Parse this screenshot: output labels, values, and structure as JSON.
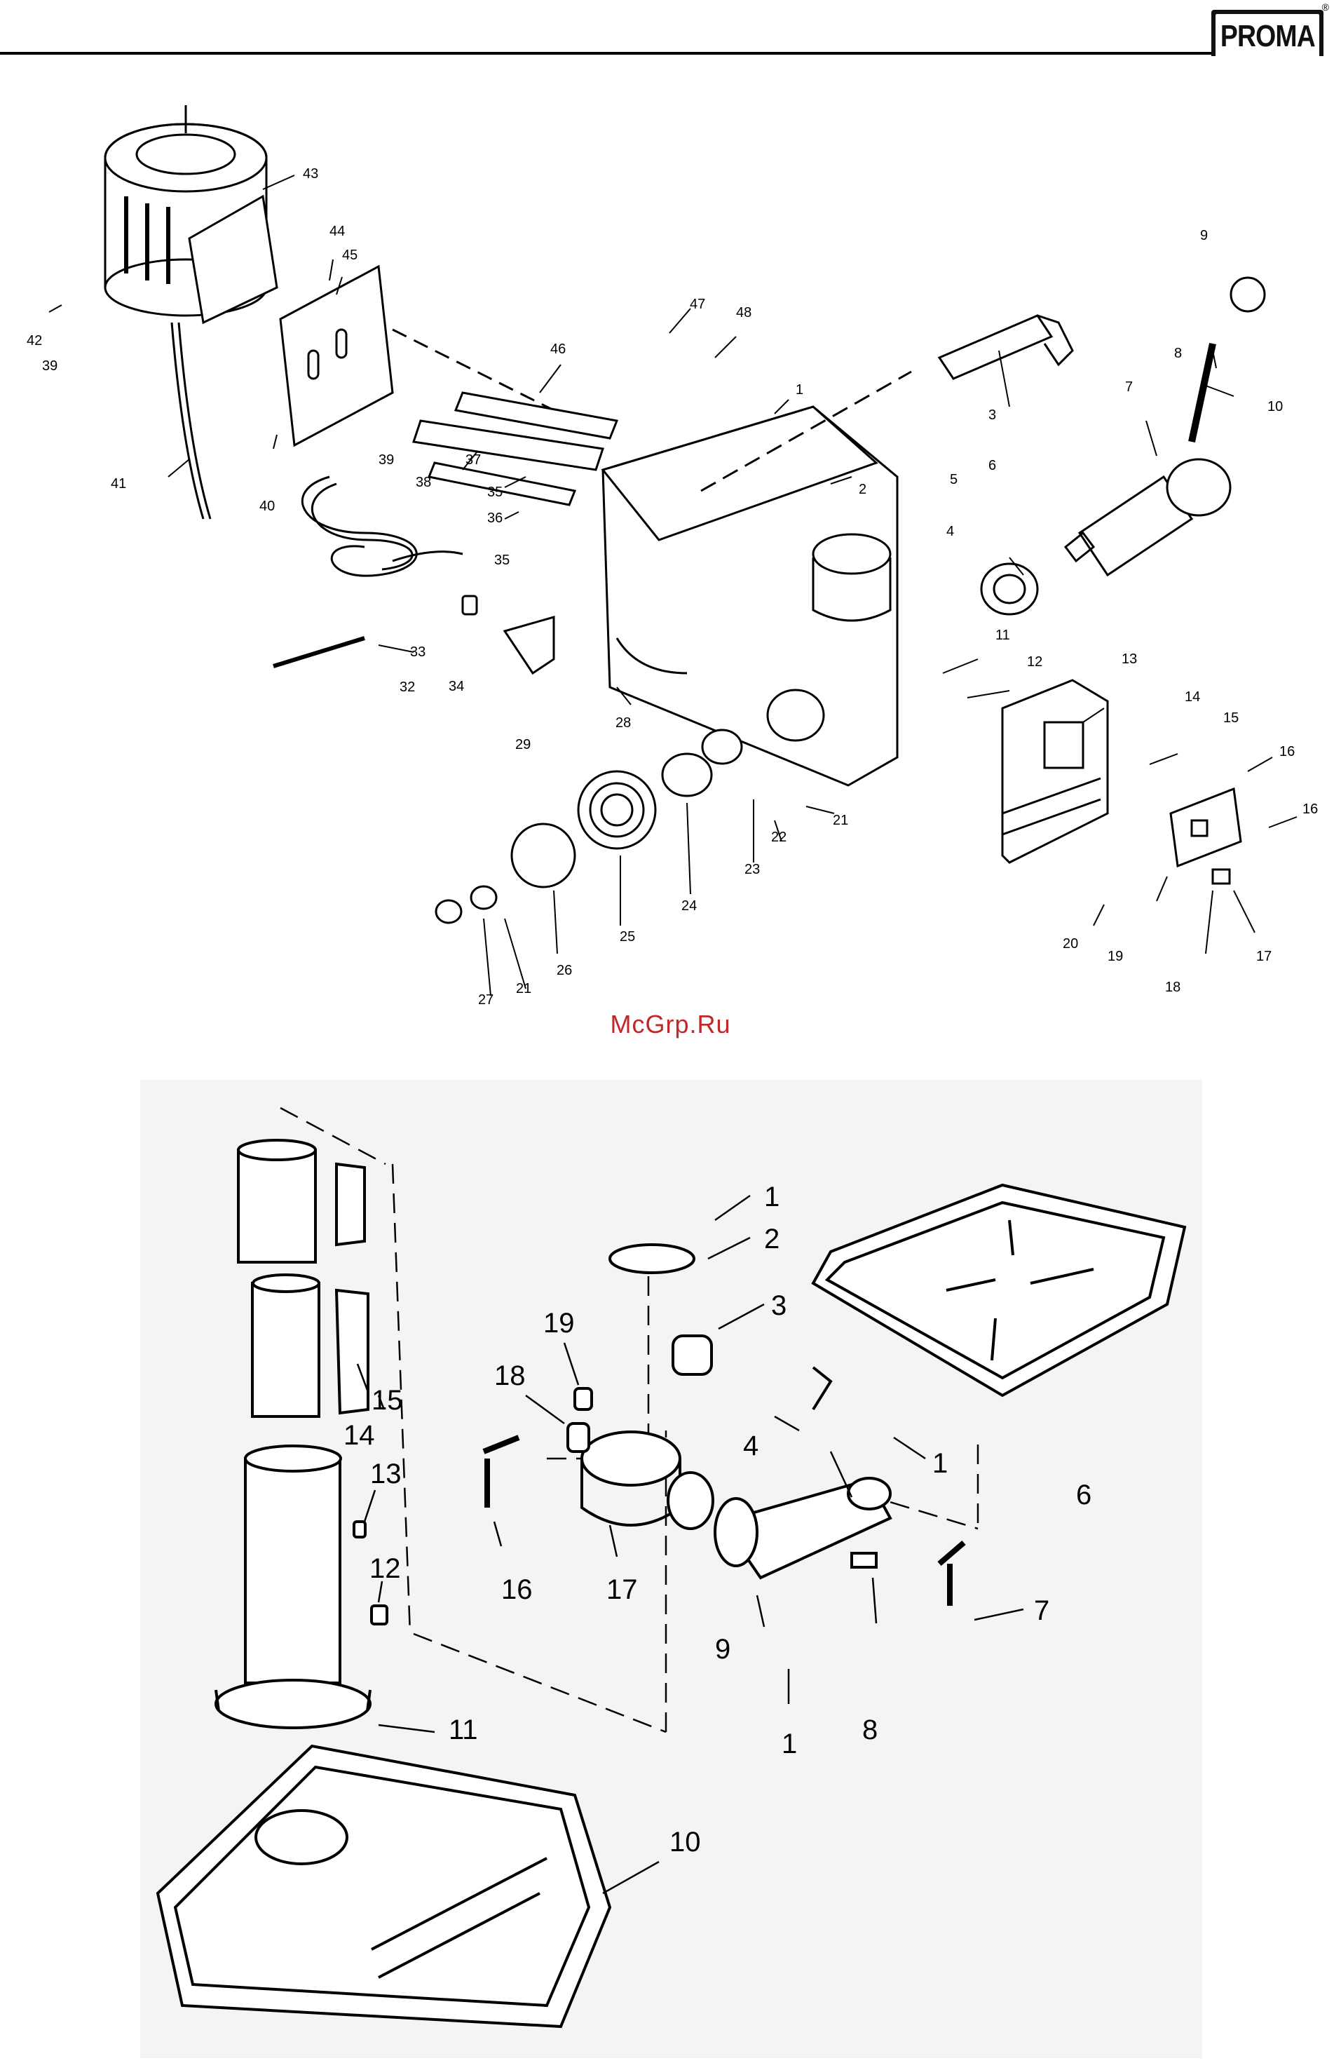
{
  "brand": {
    "logo_text": "PROMA",
    "registered_mark": "®"
  },
  "watermark": "McGrp.Ru",
  "diagram_top": {
    "title": "",
    "callouts": [
      "43",
      "44",
      "45",
      "42",
      "39",
      "40",
      "39",
      "38",
      "46",
      "41",
      "37",
      "35",
      "36",
      "35",
      "33",
      "34",
      "32",
      "29",
      "47",
      "48",
      "1",
      "3",
      "2",
      "9",
      "8",
      "7",
      "10",
      "6",
      "5",
      "4",
      "11",
      "12",
      "13",
      "14",
      "15",
      "16",
      "16",
      "28",
      "21",
      "22",
      "23",
      "24",
      "25",
      "26",
      "27",
      "21",
      "20",
      "19",
      "17",
      "18"
    ]
  },
  "diagram_bottom": {
    "title": "",
    "callouts": [
      "1",
      "2",
      "3",
      "19",
      "18",
      "4",
      "1",
      "6",
      "15",
      "14",
      "13",
      "16",
      "17",
      "12",
      "9",
      "8",
      "7",
      "11",
      "1",
      "10"
    ]
  }
}
